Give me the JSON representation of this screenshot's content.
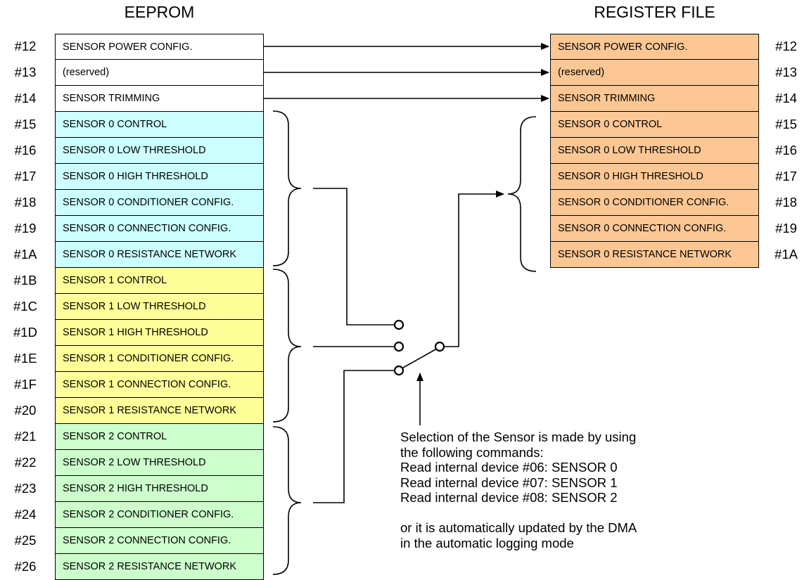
{
  "titles": {
    "eeprom": "EEPROM",
    "register_file": "REGISTER FILE"
  },
  "colors": {
    "common": "#ffffff",
    "sensor0": "#ccffff",
    "sensor1": "#ffff99",
    "sensor2": "#ccffcc",
    "register": "#fcc794",
    "line": "#000000"
  },
  "eeprom": [
    {
      "addr": "#12",
      "label": "SENSOR POWER CONFIG.",
      "group": "common"
    },
    {
      "addr": "#13",
      "label": "(reserved)",
      "group": "common"
    },
    {
      "addr": "#14",
      "label": "SENSOR TRIMMING",
      "group": "common"
    },
    {
      "addr": "#15",
      "label": "SENSOR 0 CONTROL",
      "group": "sensor0"
    },
    {
      "addr": "#16",
      "label": "SENSOR 0 LOW THRESHOLD",
      "group": "sensor0"
    },
    {
      "addr": "#17",
      "label": "SENSOR 0 HIGH THRESHOLD",
      "group": "sensor0"
    },
    {
      "addr": "#18",
      "label": "SENSOR 0 CONDITIONER CONFIG.",
      "group": "sensor0"
    },
    {
      "addr": "#19",
      "label": "SENSOR 0 CONNECTION CONFIG.",
      "group": "sensor0"
    },
    {
      "addr": "#1A",
      "label": "SENSOR 0 RESISTANCE NETWORK",
      "group": "sensor0"
    },
    {
      "addr": "#1B",
      "label": "SENSOR 1 CONTROL",
      "group": "sensor1"
    },
    {
      "addr": "#1C",
      "label": "SENSOR 1 LOW THRESHOLD",
      "group": "sensor1"
    },
    {
      "addr": "#1D",
      "label": "SENSOR 1 HIGH THRESHOLD",
      "group": "sensor1"
    },
    {
      "addr": "#1E",
      "label": "SENSOR 1 CONDITIONER CONFIG.",
      "group": "sensor1"
    },
    {
      "addr": "#1F",
      "label": "SENSOR 1 CONNECTION CONFIG.",
      "group": "sensor1"
    },
    {
      "addr": "#20",
      "label": "SENSOR 1 RESISTANCE NETWORK",
      "group": "sensor1"
    },
    {
      "addr": "#21",
      "label": "SENSOR 2 CONTROL",
      "group": "sensor2"
    },
    {
      "addr": "#22",
      "label": "SENSOR 2 LOW THRESHOLD",
      "group": "sensor2"
    },
    {
      "addr": "#23",
      "label": "SENSOR 2 HIGH THRESHOLD",
      "group": "sensor2"
    },
    {
      "addr": "#24",
      "label": "SENSOR 2 CONDITIONER CONFIG.",
      "group": "sensor2"
    },
    {
      "addr": "#25",
      "label": "SENSOR 2 CONNECTION CONFIG.",
      "group": "sensor2"
    },
    {
      "addr": "#26",
      "label": "SENSOR 2 RESISTANCE NETWORK",
      "group": "sensor2"
    }
  ],
  "register_file": [
    {
      "addr": "#12",
      "label": "SENSOR POWER CONFIG."
    },
    {
      "addr": "#13",
      "label": "(reserved)"
    },
    {
      "addr": "#14",
      "label": "SENSOR TRIMMING"
    },
    {
      "addr": "#15",
      "label": "SENSOR 0 CONTROL"
    },
    {
      "addr": "#16",
      "label": "SENSOR 0 LOW THRESHOLD"
    },
    {
      "addr": "#17",
      "label": "SENSOR 0 HIGH THRESHOLD"
    },
    {
      "addr": "#18",
      "label": "SENSOR 0 CONDITIONER CONFIG."
    },
    {
      "addr": "#19",
      "label": "SENSOR 0 CONNECTION CONFIG."
    },
    {
      "addr": "#1A",
      "label": "SENSOR 0 RESISTANCE NETWORK"
    }
  ],
  "note": {
    "lines": [
      "Selection of the Sensor is made by using",
      "the following commands:",
      "Read internal device #06: SENSOR 0",
      "Read internal device #07: SENSOR 1",
      "Read internal device #08: SENSOR 2",
      "",
      "or it is automatically updated by the DMA",
      "in the automatic logging mode"
    ]
  }
}
